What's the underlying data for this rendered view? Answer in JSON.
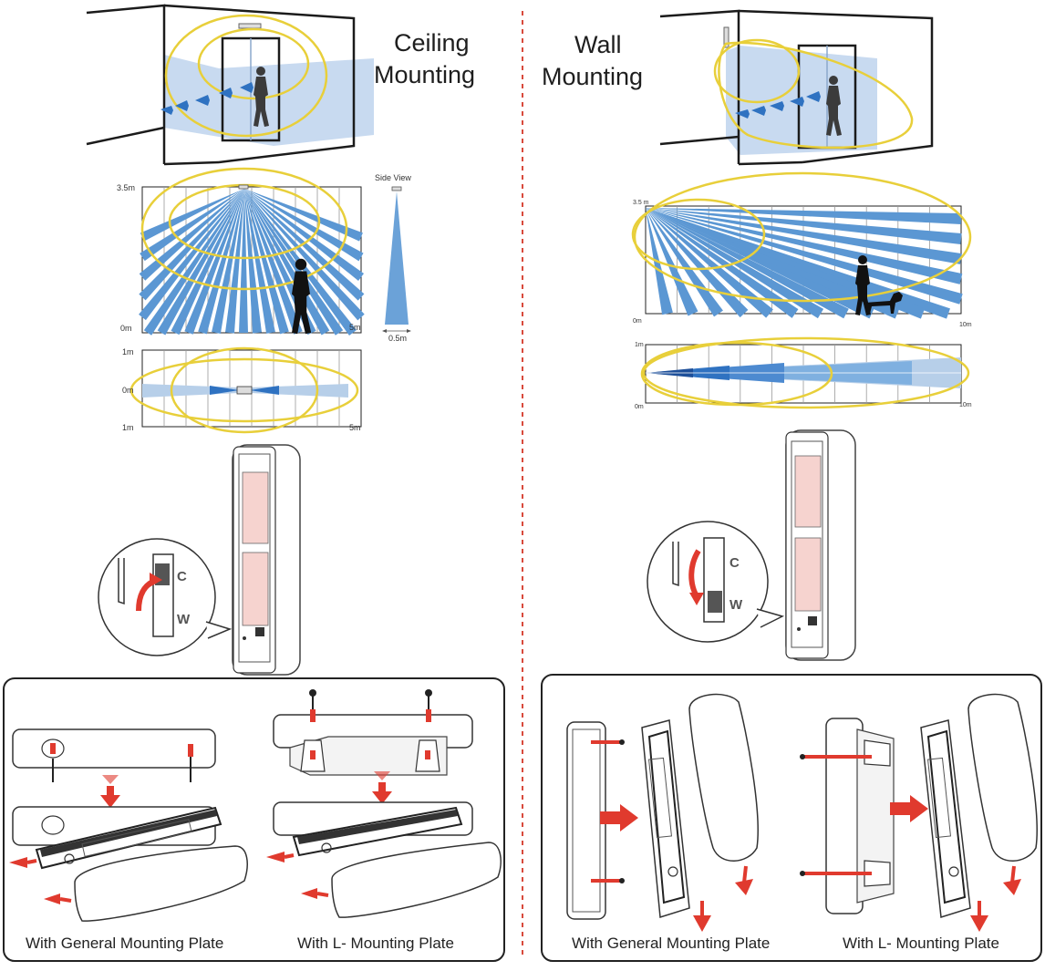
{
  "colors": {
    "beam": "#5b97d3",
    "beam_light": "#b7cfe9",
    "zone": "#e8cf3a",
    "arrow_red": "#e03a2e",
    "arrow_blue": "#2f72c1",
    "divider": "#d84a3c",
    "lens": "#f6d3cf"
  },
  "left": {
    "title_line1": "Ceiling",
    "title_line2": "Mounting",
    "side_view_label": "Side View",
    "side_view_width": "0.5m",
    "side_range": {
      "height": "3.5m",
      "zero": "0m",
      "distance": "5m"
    },
    "top_range": {
      "top": "1m",
      "center": "0m",
      "bottom": "1m",
      "distance": "5m"
    },
    "switch": {
      "letter_c": "C",
      "letter_w": "W",
      "position": "C"
    },
    "captions": [
      "With General Mounting Plate",
      "With L- Mounting Plate"
    ]
  },
  "right": {
    "title_line1": "Wall",
    "title_line2": "Mounting",
    "side_range": {
      "height": "3.5 m",
      "zero": "0m",
      "distance": "10m"
    },
    "top_range": {
      "top": "1m",
      "zero": "0m",
      "distance": "10m"
    },
    "switch": {
      "letter_c": "C",
      "letter_w": "W",
      "position": "W"
    },
    "captions": [
      "With General Mounting Plate",
      "With L- Mounting Plate"
    ]
  },
  "icons": [
    "ceiling-room-icon",
    "wall-room-icon",
    "person-icon",
    "dog-icon",
    "detector-icon",
    "magnifier-icon",
    "mounting-plate-icon",
    "screw-icon",
    "arrow-icon"
  ]
}
